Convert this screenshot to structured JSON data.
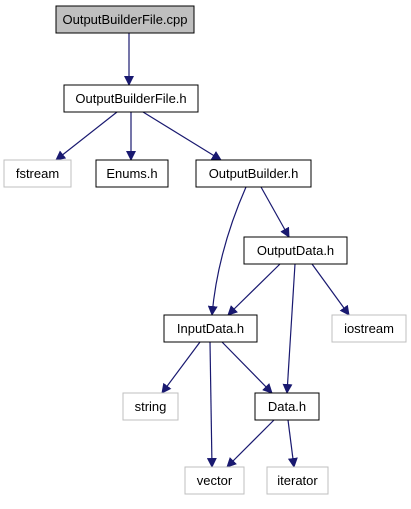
{
  "diagram": {
    "colors": {
      "edge": "#191970",
      "node_border": "#000000",
      "external_border": "#bfbfbf",
      "root_fill": "#bfbfbf",
      "node_fill": "#ffffff"
    },
    "nodes": {
      "output_builder_file_cpp": "OutputBuilderFile.cpp",
      "output_builder_file_h": "OutputBuilderFile.h",
      "fstream": "fstream",
      "enums_h": "Enums.h",
      "output_builder_h": "OutputBuilder.h",
      "output_data_h": "OutputData.h",
      "input_data_h": "InputData.h",
      "iostream": "iostream",
      "string": "string",
      "data_h": "Data.h",
      "vector": "vector",
      "iterator": "iterator"
    },
    "edges": [
      [
        "OutputBuilderFile.cpp",
        "OutputBuilderFile.h"
      ],
      [
        "OutputBuilderFile.h",
        "fstream"
      ],
      [
        "OutputBuilderFile.h",
        "Enums.h"
      ],
      [
        "OutputBuilderFile.h",
        "OutputBuilder.h"
      ],
      [
        "OutputBuilder.h",
        "OutputData.h"
      ],
      [
        "OutputBuilder.h",
        "InputData.h"
      ],
      [
        "OutputData.h",
        "InputData.h"
      ],
      [
        "OutputData.h",
        "iostream"
      ],
      [
        "OutputData.h",
        "Data.h"
      ],
      [
        "InputData.h",
        "string"
      ],
      [
        "InputData.h",
        "Data.h"
      ],
      [
        "InputData.h",
        "vector"
      ],
      [
        "Data.h",
        "vector"
      ],
      [
        "Data.h",
        "iterator"
      ]
    ]
  }
}
